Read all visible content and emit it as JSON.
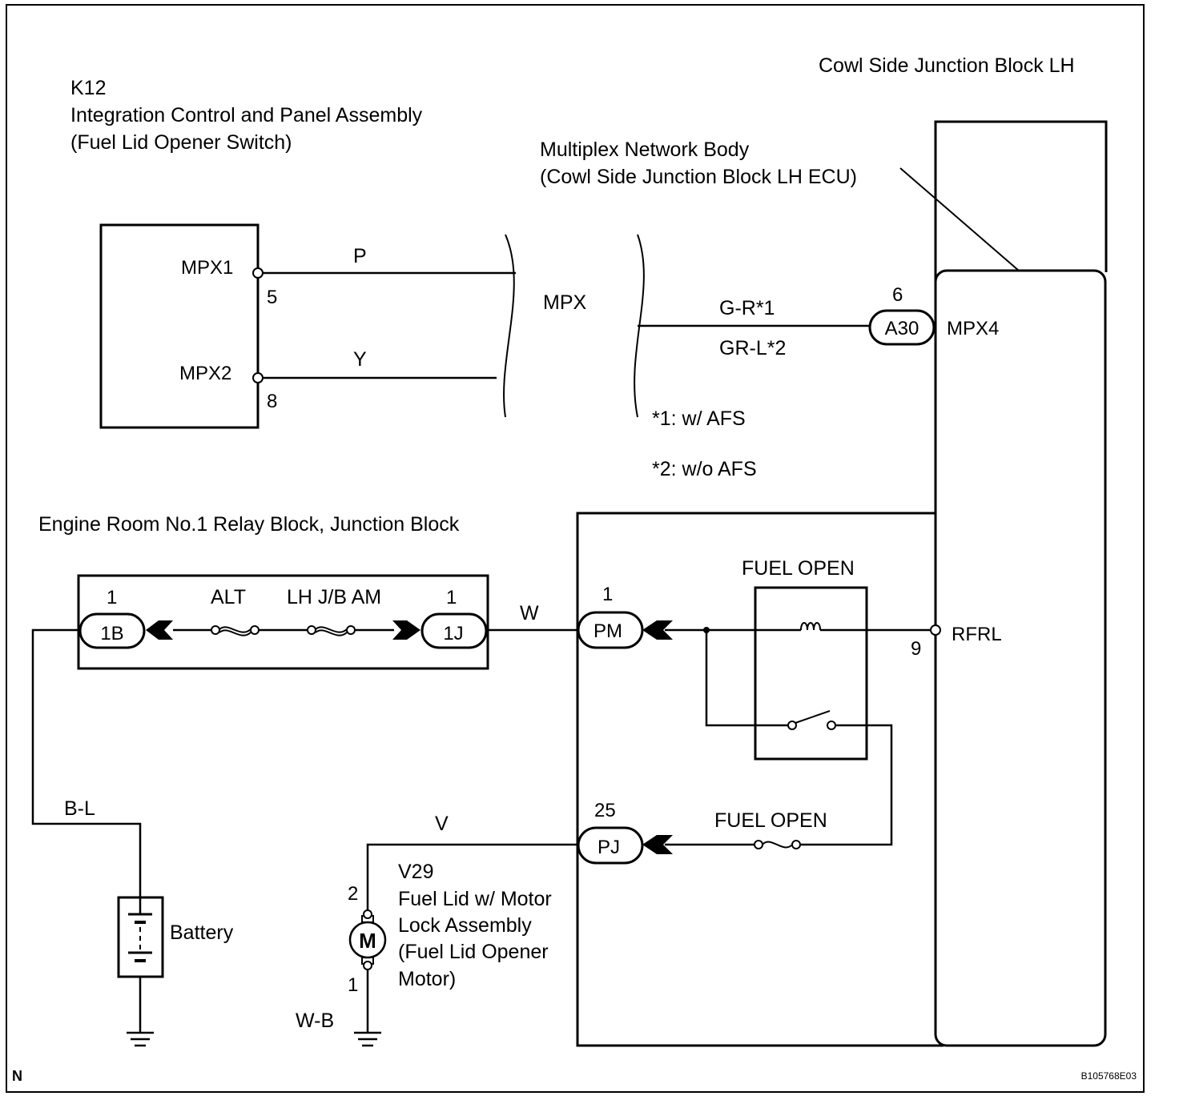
{
  "colors": {
    "ink": "#000000",
    "background": "#ffffff"
  },
  "components": {
    "k12": {
      "id": "K12",
      "name": "Integration Control and Panel Assembly",
      "sub": "(Fuel Lid Opener Switch)",
      "pins": [
        {
          "name": "MPX1",
          "num": "5"
        },
        {
          "name": "MPX2",
          "num": "8"
        }
      ]
    },
    "cowl": {
      "title": "Cowl Side Junction Block  LH",
      "ecu_line1": "Multiplex Network Body",
      "ecu_line2": "(Cowl Side Junction Block LH ECU)",
      "mpx4_pin": "MPX4",
      "rfrl_pin": "RFRL",
      "rfrl_num": "9",
      "relay_label": "FUEL OPEN",
      "fuse_label": "FUEL OPEN",
      "connectors": [
        {
          "num": "6",
          "name": "A30"
        },
        {
          "num": "1",
          "name": "PM"
        },
        {
          "num": "25",
          "name": "PJ"
        }
      ]
    },
    "engine_room": {
      "title": "Engine Room No.1 Relay Block, Junction Block",
      "connectors": [
        {
          "num": "1",
          "name": "1B"
        },
        {
          "num": "1",
          "name": "1J"
        }
      ],
      "fuses": [
        "ALT",
        "LH J/B AM"
      ]
    },
    "battery": {
      "label": "Battery"
    },
    "v29": {
      "id": "V29",
      "line1": "Fuel Lid w/ Motor",
      "line2": "Lock Assembly",
      "line3": "(Fuel Lid Opener",
      "line4": "Motor)",
      "pin_top": "2",
      "pin_bottom": "1",
      "motor_symbol": "M"
    }
  },
  "wires": {
    "p": "P",
    "y": "Y",
    "mpx": "MPX",
    "gr1": "G-R*1",
    "grl2": "GR-L*2",
    "w": "W",
    "v": "V",
    "bl": "B-L",
    "wb": "W-B"
  },
  "notes": {
    "n1": "*1: w/ AFS",
    "n2": "*2: w/o AFS"
  },
  "footer": {
    "left": "N",
    "right": "B105768E03"
  }
}
